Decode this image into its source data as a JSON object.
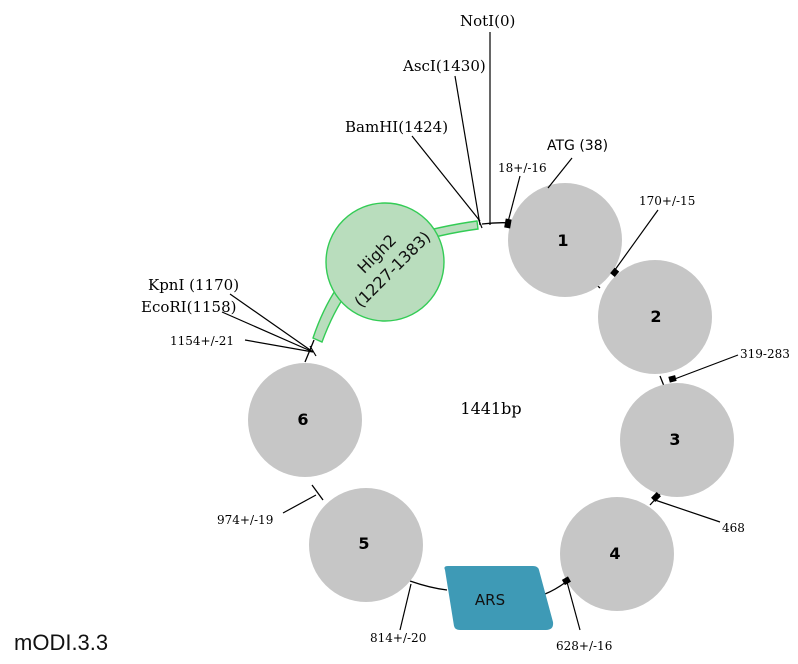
{
  "plasmid": {
    "name": "mODI.3.3",
    "size_label": "1441bp"
  },
  "restriction_sites": [
    {
      "id": "noti",
      "label": "NotI(0)"
    },
    {
      "id": "asci",
      "label": "AscI(1430)"
    },
    {
      "id": "bamhi",
      "label": "BamHI(1424)"
    },
    {
      "id": "kpni",
      "label": "KpnI (1170)"
    },
    {
      "id": "ecori",
      "label": "EcoRI(1158)"
    }
  ],
  "position_markers": [
    {
      "id": "m18",
      "label": "18+/-16"
    },
    {
      "id": "m170",
      "label": "170+/-15"
    },
    {
      "id": "m319",
      "label": "319-283"
    },
    {
      "id": "m468",
      "label": "468"
    },
    {
      "id": "m628",
      "label": "628+/-16"
    },
    {
      "id": "m814",
      "label": "814+/-20"
    },
    {
      "id": "m974",
      "label": "974+/-19"
    },
    {
      "id": "m1154",
      "label": "1154+/-21"
    }
  ],
  "start_codon": {
    "label": "ATG (38)"
  },
  "nucleosomes": [
    {
      "id": "n1",
      "label": "1"
    },
    {
      "id": "n2",
      "label": "2"
    },
    {
      "id": "n3",
      "label": "3"
    },
    {
      "id": "n4",
      "label": "4"
    },
    {
      "id": "n5",
      "label": "5"
    },
    {
      "id": "n6",
      "label": "6"
    }
  ],
  "features": {
    "ars": {
      "label": "ARS"
    },
    "high2": {
      "line1": "High2",
      "line2": "(1227-1383)"
    }
  },
  "colors": {
    "nucleosome": "#c6c6c6",
    "ars": "#3e9ab6",
    "high2_fill": "#b9ddbd",
    "high2_stroke": "#33cc55",
    "line": "#000000"
  }
}
